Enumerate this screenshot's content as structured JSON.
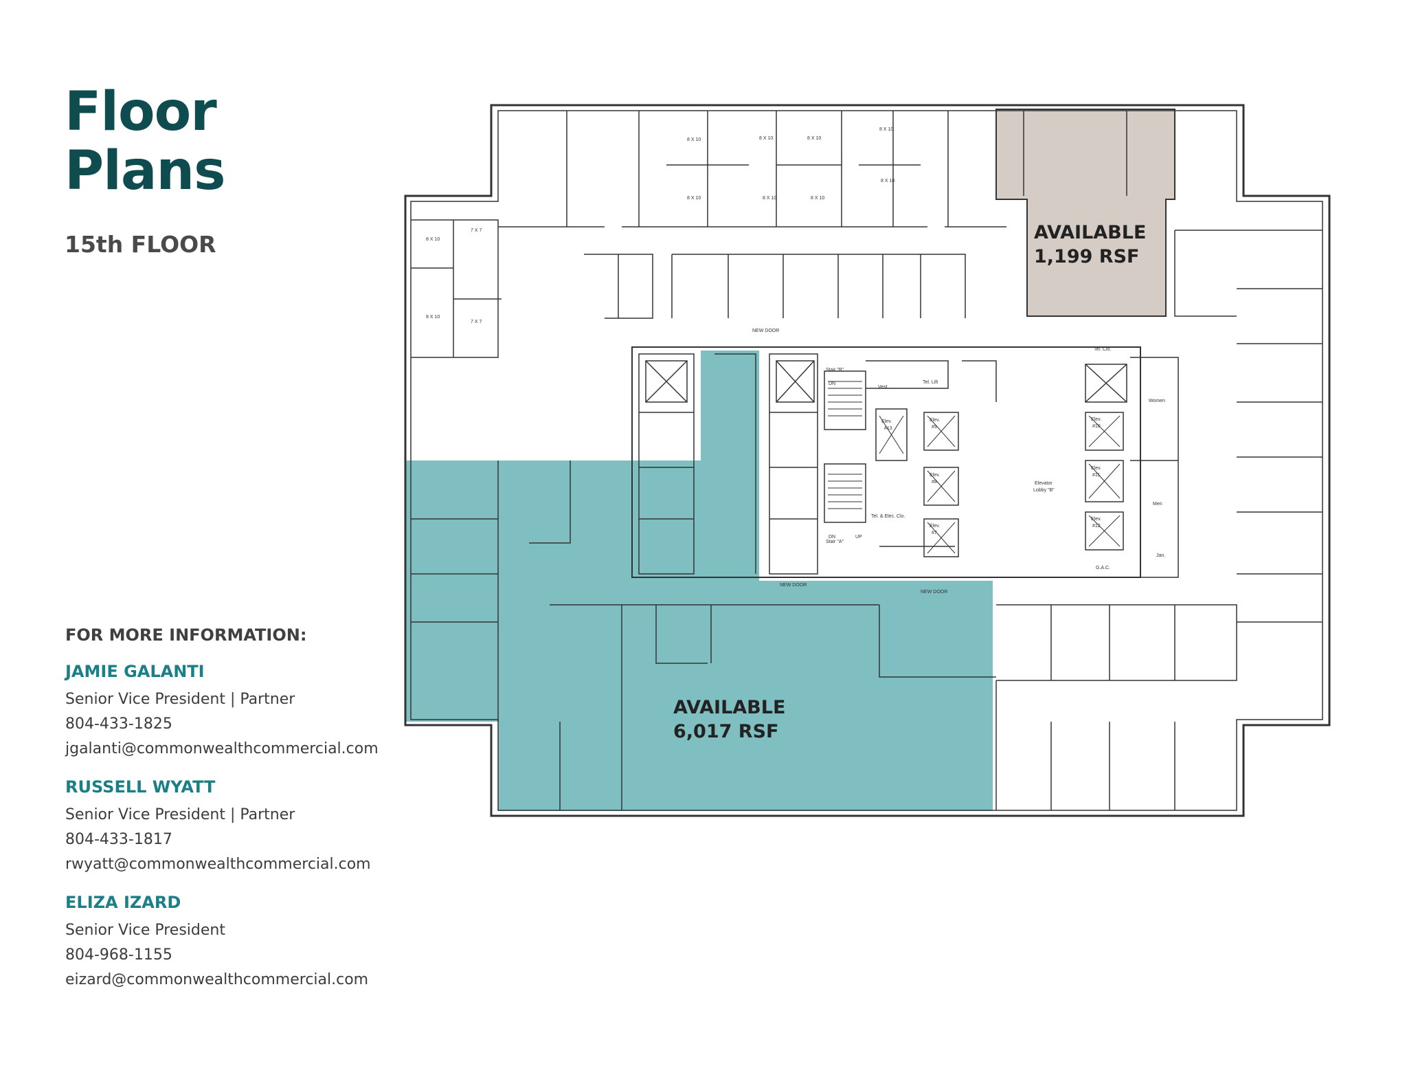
{
  "page": {
    "title_line1": "Floor",
    "title_line2": "Plans",
    "floor": "15th FLOOR"
  },
  "info": {
    "heading": "FOR MORE INFORMATION:",
    "contacts": [
      {
        "name": "JAMIE GALANTI",
        "role": "Senior Vice President | Partner",
        "phone": "804-433-1825",
        "email": "jgalanti@commonwealthcommercial.com"
      },
      {
        "name": "RUSSELL WYATT",
        "role": "Senior Vice President | Partner",
        "phone": "804-433-1817",
        "email": "rwyatt@commonwealthcommercial.com"
      },
      {
        "name": "ELIZA IZARD",
        "role": "Senior Vice President",
        "phone": "804-968-1155",
        "email": "eizard@commonwealthcommercial.com"
      }
    ]
  },
  "plan": {
    "colors": {
      "teal_space": "#7fbfc1",
      "tan_space": "#d5ccc6",
      "wall": "#333333",
      "brand": "#0f4c4f"
    },
    "spaces": [
      {
        "label": "AVAILABLE",
        "size": "1,199 RSF"
      },
      {
        "label": "AVAILABLE",
        "size": "6,017 RSF"
      }
    ],
    "labels": {
      "office_8x10": "8 X 10",
      "office_7x7": "7 X 7",
      "new_door": "NEW DOOR",
      "stair_b": "Stair \"B\"",
      "stair_a": "Stair \"A\"",
      "vest": "Vest.",
      "tel_lift": "Tel. Lift",
      "tel_clo": "Tel. Clo.",
      "women": "Women",
      "men": "Men",
      "jan": "Jan.",
      "gac": "G.A.C.",
      "elevator_lobby_1": "Elevator",
      "elevator_lobby_2": "Lobby \"B\"",
      "tel_elec": "Tel. & Elec. Clo.",
      "elev": "Elev.",
      "elev_numbers": [
        "#13",
        "#9",
        "#8",
        "#7",
        "#10",
        "#11",
        "#12"
      ],
      "stair_dn": "DN",
      "stair_up": "UP"
    }
  }
}
